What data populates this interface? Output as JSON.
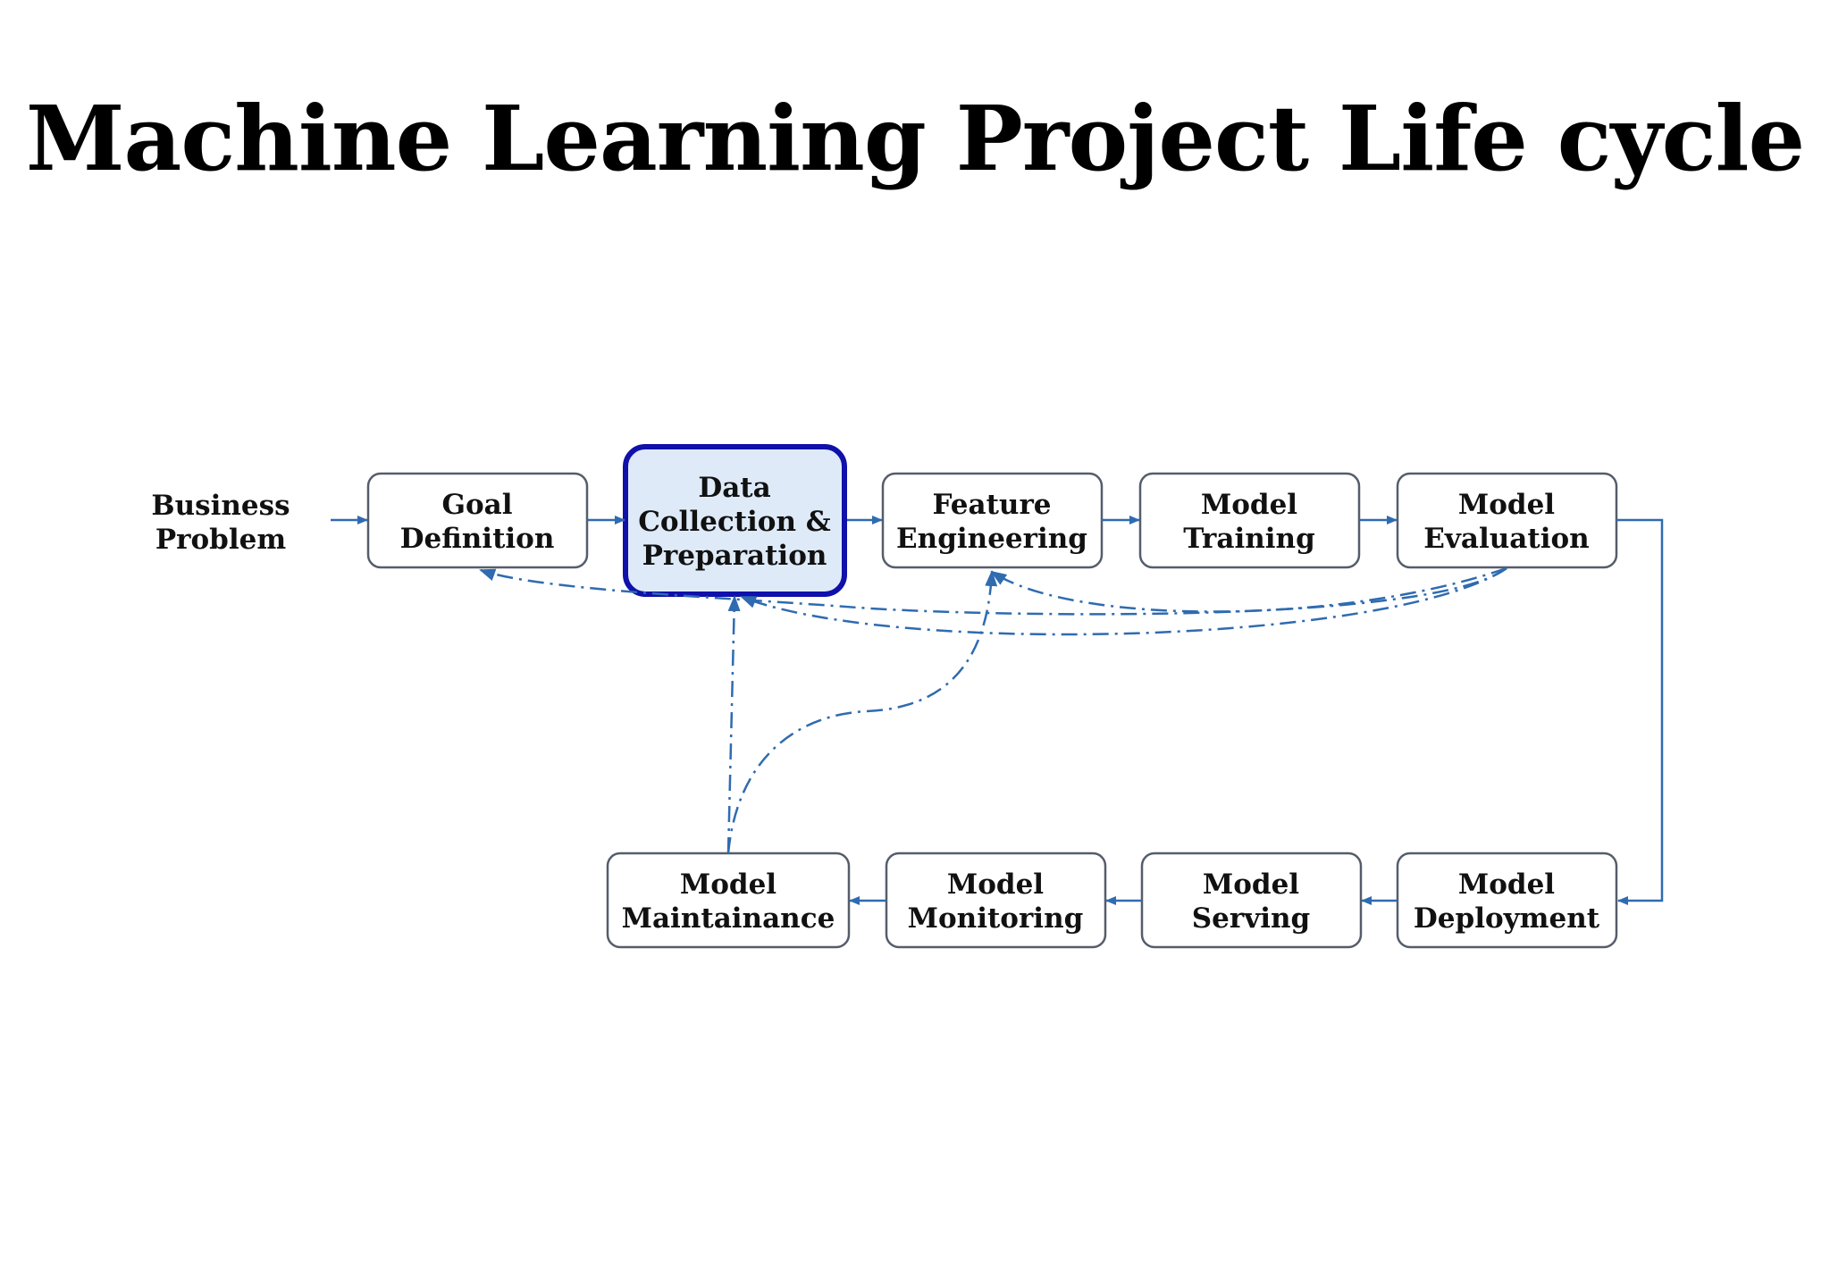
{
  "title": "Machine Learning Project Life cycle",
  "colors": {
    "arrow": "#2f6bb0",
    "box_border": "#555d6b",
    "highlight_border": "#1010aa",
    "highlight_fill": "#deeaf7"
  },
  "start_label": {
    "line1": "Business",
    "line2": "Problem"
  },
  "nodes": {
    "goal": {
      "line1": "Goal",
      "line2": "Definition"
    },
    "data": {
      "line1": "Data",
      "line2": "Collection &",
      "line3": "Preparation"
    },
    "feature": {
      "line1": "Feature",
      "line2": "Engineering"
    },
    "training": {
      "line1": "Model",
      "line2": "Training"
    },
    "evaluation": {
      "line1": "Model",
      "line2": "Evaluation"
    },
    "deployment": {
      "line1": "Model",
      "line2": "Deployment"
    },
    "serving": {
      "line1": "Model",
      "line2": "Serving"
    },
    "monitoring": {
      "line1": "Model",
      "line2": "Monitoring"
    },
    "maintainance": {
      "line1": "Model",
      "line2": "Maintainance"
    }
  }
}
